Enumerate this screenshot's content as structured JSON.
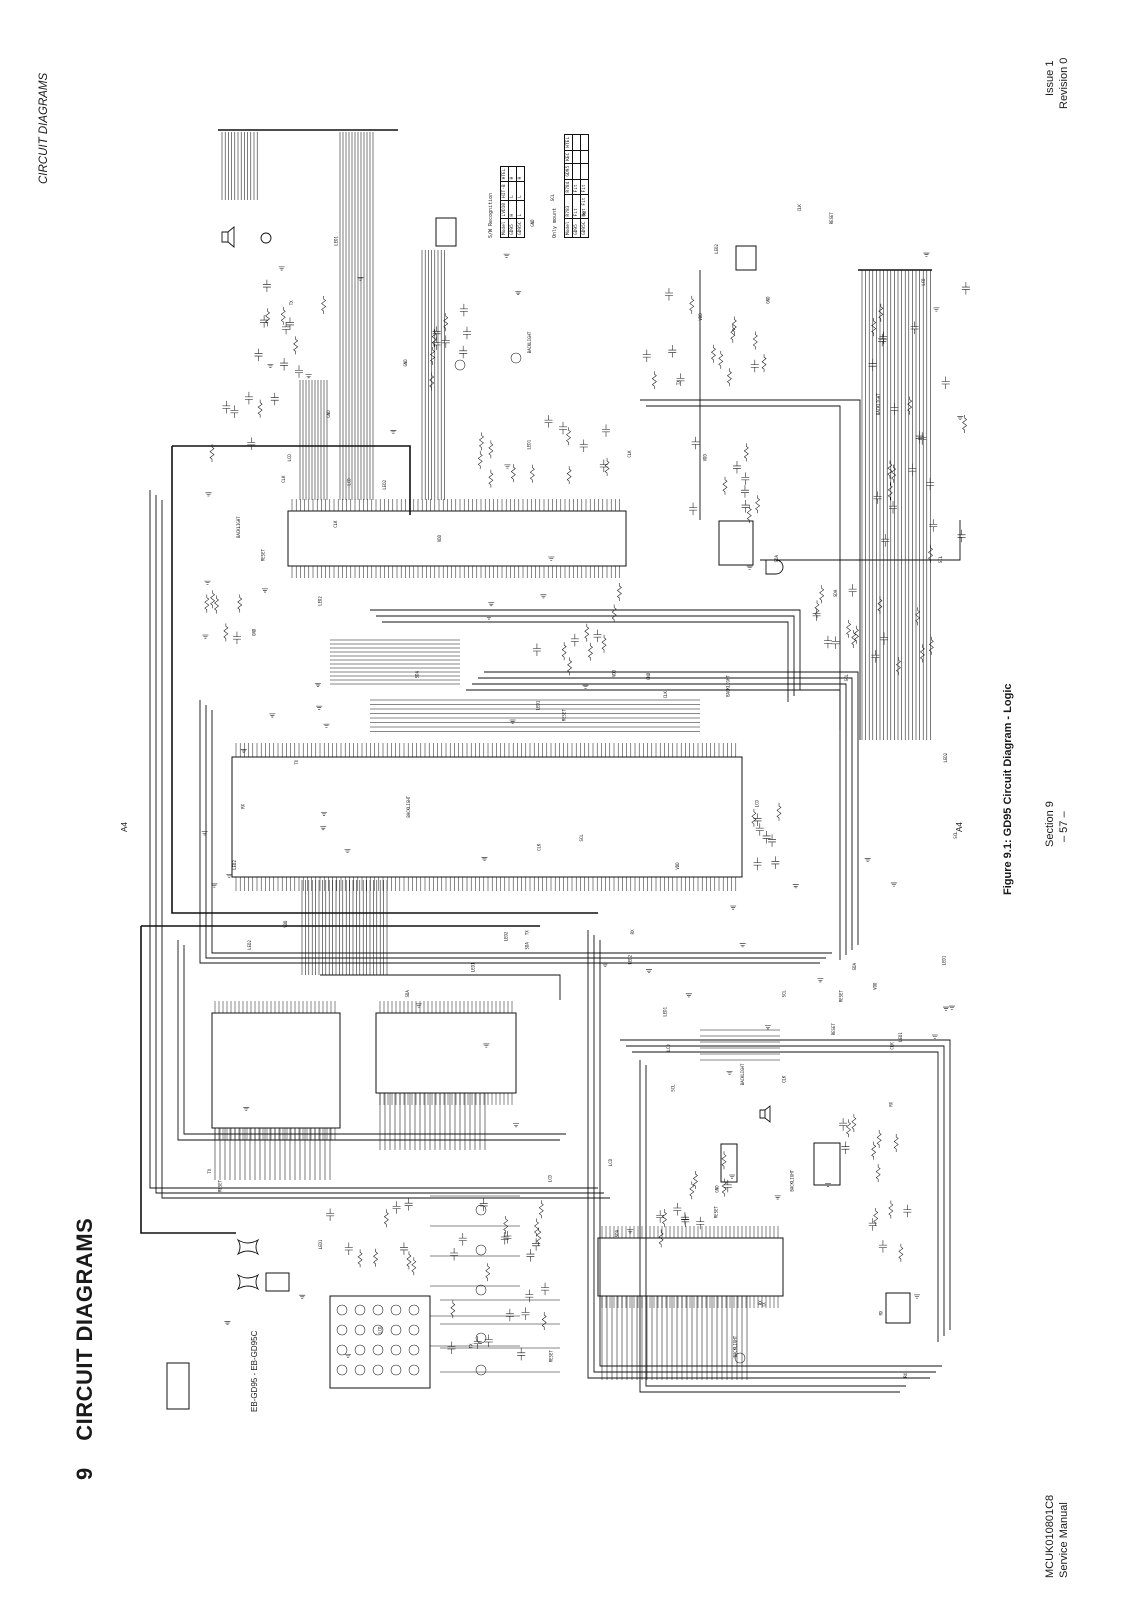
{
  "header": {
    "section_number": "9",
    "section_title": "CIRCUIT DIAGRAMS",
    "running_title": "CIRCUIT DIAGRAMS"
  },
  "footer": {
    "doc_code": "MCUK010801C8",
    "doc_type": "Service Manual",
    "section": "Section 9",
    "page": "– 57 –",
    "issue": "Issue 1",
    "revision": "Revision 0"
  },
  "figure": {
    "caption": "Figure 9.1:  GD95 Circuit Diagram - Logic",
    "model_label": "EB-GD95 - EB-GD95C",
    "sheet_mark_a": "A4",
    "sheet_mark_b": "A4"
  },
  "schematic": {
    "sw_recognition": {
      "title": "S/W Recognition",
      "headers": [
        "Model",
        "LVD10",
        "HIT-B",
        "HTEL"
      ],
      "rows": [
        [
          "GD95",
          "H",
          "L",
          "H"
        ],
        [
          "GD95C",
          "L",
          "L",
          "H"
        ]
      ]
    },
    "only_mount": {
      "title": "Only mount",
      "headers": [
        "Model",
        "R783",
        "R784",
        "GD95",
        "KEC",
        "HTEL"
      ],
      "rows": [
        [
          "GD95",
          "Fit",
          "Fit",
          "",
          "",
          ""
        ],
        [
          "GD95C",
          "Not Fit",
          "Fit",
          "",
          "",
          ""
        ]
      ]
    },
    "net_labels": [
      "LCD",
      "LED1",
      "LED2",
      "BACKLIGHT",
      "RESET",
      "CLK",
      "VDD",
      "GND",
      "SDA",
      "SCL",
      "TX",
      "RX"
    ]
  }
}
